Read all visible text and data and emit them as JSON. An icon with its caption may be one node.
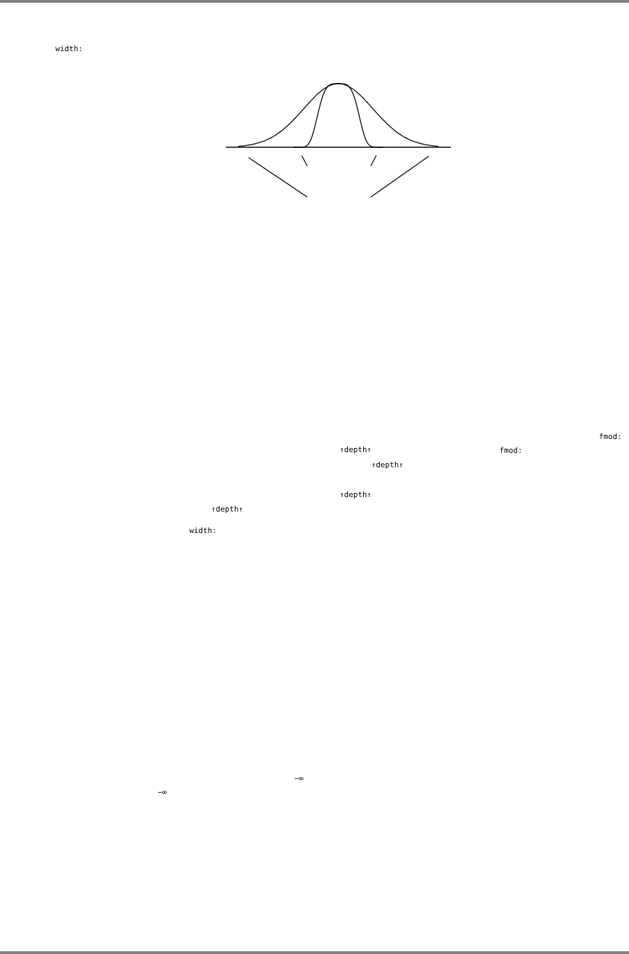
{
  "diagram": {
    "labels": [
      "width:",
      "fmod:",
      "↑depth↑",
      "fmod:",
      "↑depth↑",
      "↑depth↑",
      "↑depth↑",
      "width:",
      "−∞",
      "−∞"
    ]
  }
}
